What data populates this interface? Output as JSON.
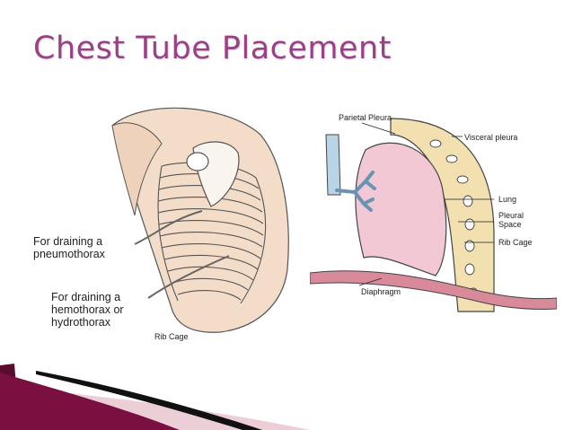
{
  "slide": {
    "title": "Chest Tube Placement"
  },
  "left_figure": {
    "labels": {
      "pneumothorax_line1": "For draining a",
      "pneumothorax_line2": "pneumothorax",
      "hemothorax_line1": "For draining a",
      "hemothorax_line2": "hemothorax or",
      "hemothorax_line3": "hydrothorax",
      "rib_cage": "Rib Cage"
    }
  },
  "right_figure": {
    "labels": {
      "parietal_pleura": "Parietal Pleura",
      "visceral_pleura": "Visceral pleura",
      "lung": "Lung",
      "pleural_space_line1": "Pleural",
      "pleural_space_line2": "Space",
      "rib_cage": "Rib Cage",
      "diaphragm": "Diaphragm"
    }
  },
  "colors": {
    "title": "#9b3f86",
    "accent_dark": "#7a1040",
    "accent_light": "#e9c6cf",
    "skin": "#f3dcc8",
    "lung": "#f2c8d4"
  }
}
